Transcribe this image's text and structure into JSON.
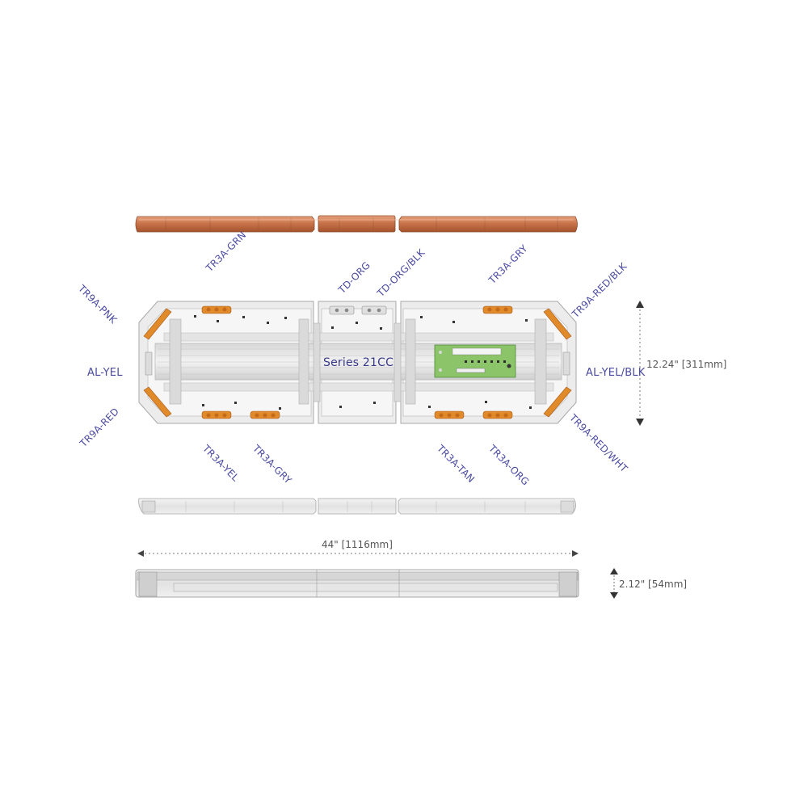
{
  "product": {
    "series_label": "Series 21CC"
  },
  "labels": {
    "tr3a_grn": "TR3A-GRN",
    "td_org": "TD-ORG",
    "td_org_blk": "TD-ORG/BLK",
    "tr3a_gry_top": "TR3A-GRY",
    "tr9a_pnk": "TR9A-PNK",
    "tr9a_red_blk": "TR9A-RED/BLK",
    "al_yel": "AL-YEL",
    "al_yel_blk": "AL-YEL/BLK",
    "tr9a_red": "TR9A-RED",
    "tr9a_red_wht": "TR9A-RED/WHT",
    "tr3a_yel": "TR3A-YEL",
    "tr3a_gry_bottom": "TR3A-GRY",
    "tr3a_tan": "TR3A-TAN",
    "tr3a_org": "TR3A-ORG"
  },
  "dimensions": {
    "depth": "12.24\" [311mm]",
    "length": "44\" [1116mm]",
    "height": "2.12\" [54mm]"
  },
  "colors": {
    "lens_amber": "#c8734a",
    "led_amber": "#e08a2a",
    "label_text": "#4a4aa0",
    "pcb_green": "#8cc46a"
  }
}
